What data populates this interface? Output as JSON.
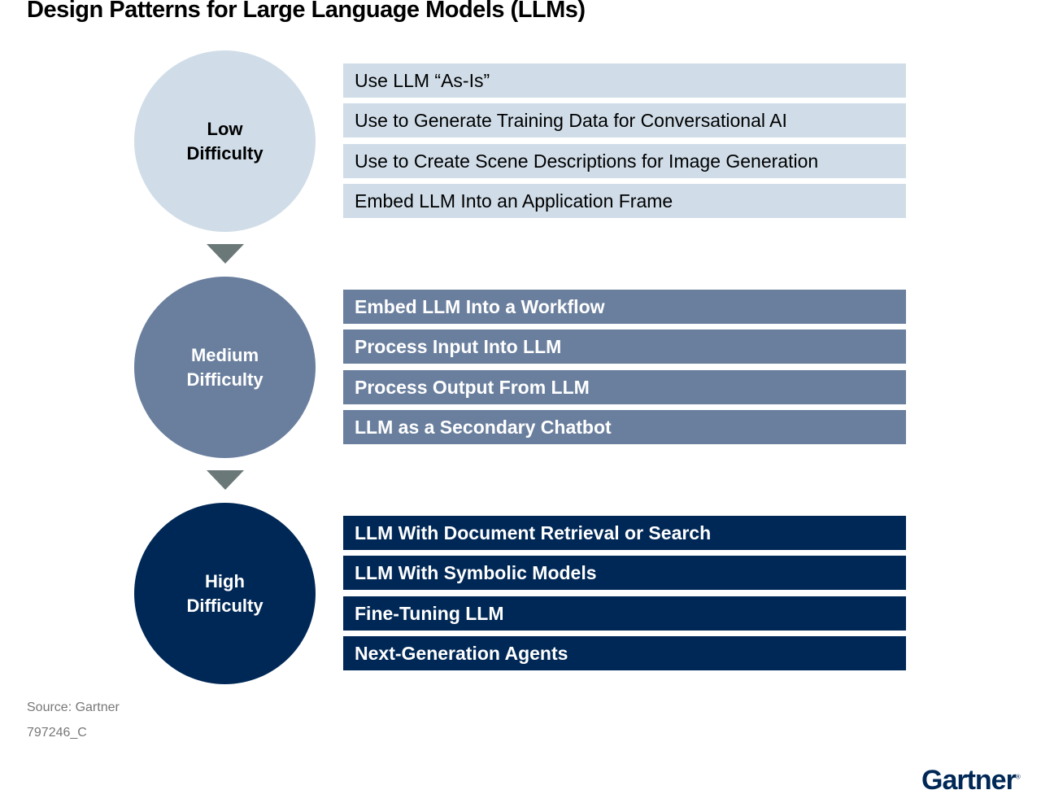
{
  "title": "Design Patterns for Large Language Models (LLMs)",
  "levels": [
    {
      "label_line1": "Low",
      "label_line2": "Difficulty",
      "color": "#d0dde8",
      "items": [
        "Use LLM “As-Is”",
        "Use to Generate Training Data for Conversational AI",
        "Use to Create Scene Descriptions for Image Generation",
        "Embed LLM Into an Application Frame"
      ]
    },
    {
      "label_line1": "Medium",
      "label_line2": "Difficulty",
      "color": "#6a7f9e",
      "items": [
        "Embed LLM Into a Workflow",
        "Process Input Into LLM",
        "Process Output From LLM",
        "LLM as a Secondary Chatbot"
      ]
    },
    {
      "label_line1": "High",
      "label_line2": "Difficulty",
      "color": "#002856",
      "items": [
        "LLM With Document Retrieval or Search",
        "LLM With Symbolic Models",
        "Fine-Tuning LLM",
        "Next-Generation Agents"
      ]
    }
  ],
  "source": "Source: Gartner",
  "figure_id": "797246_C",
  "logo": "Gartner"
}
